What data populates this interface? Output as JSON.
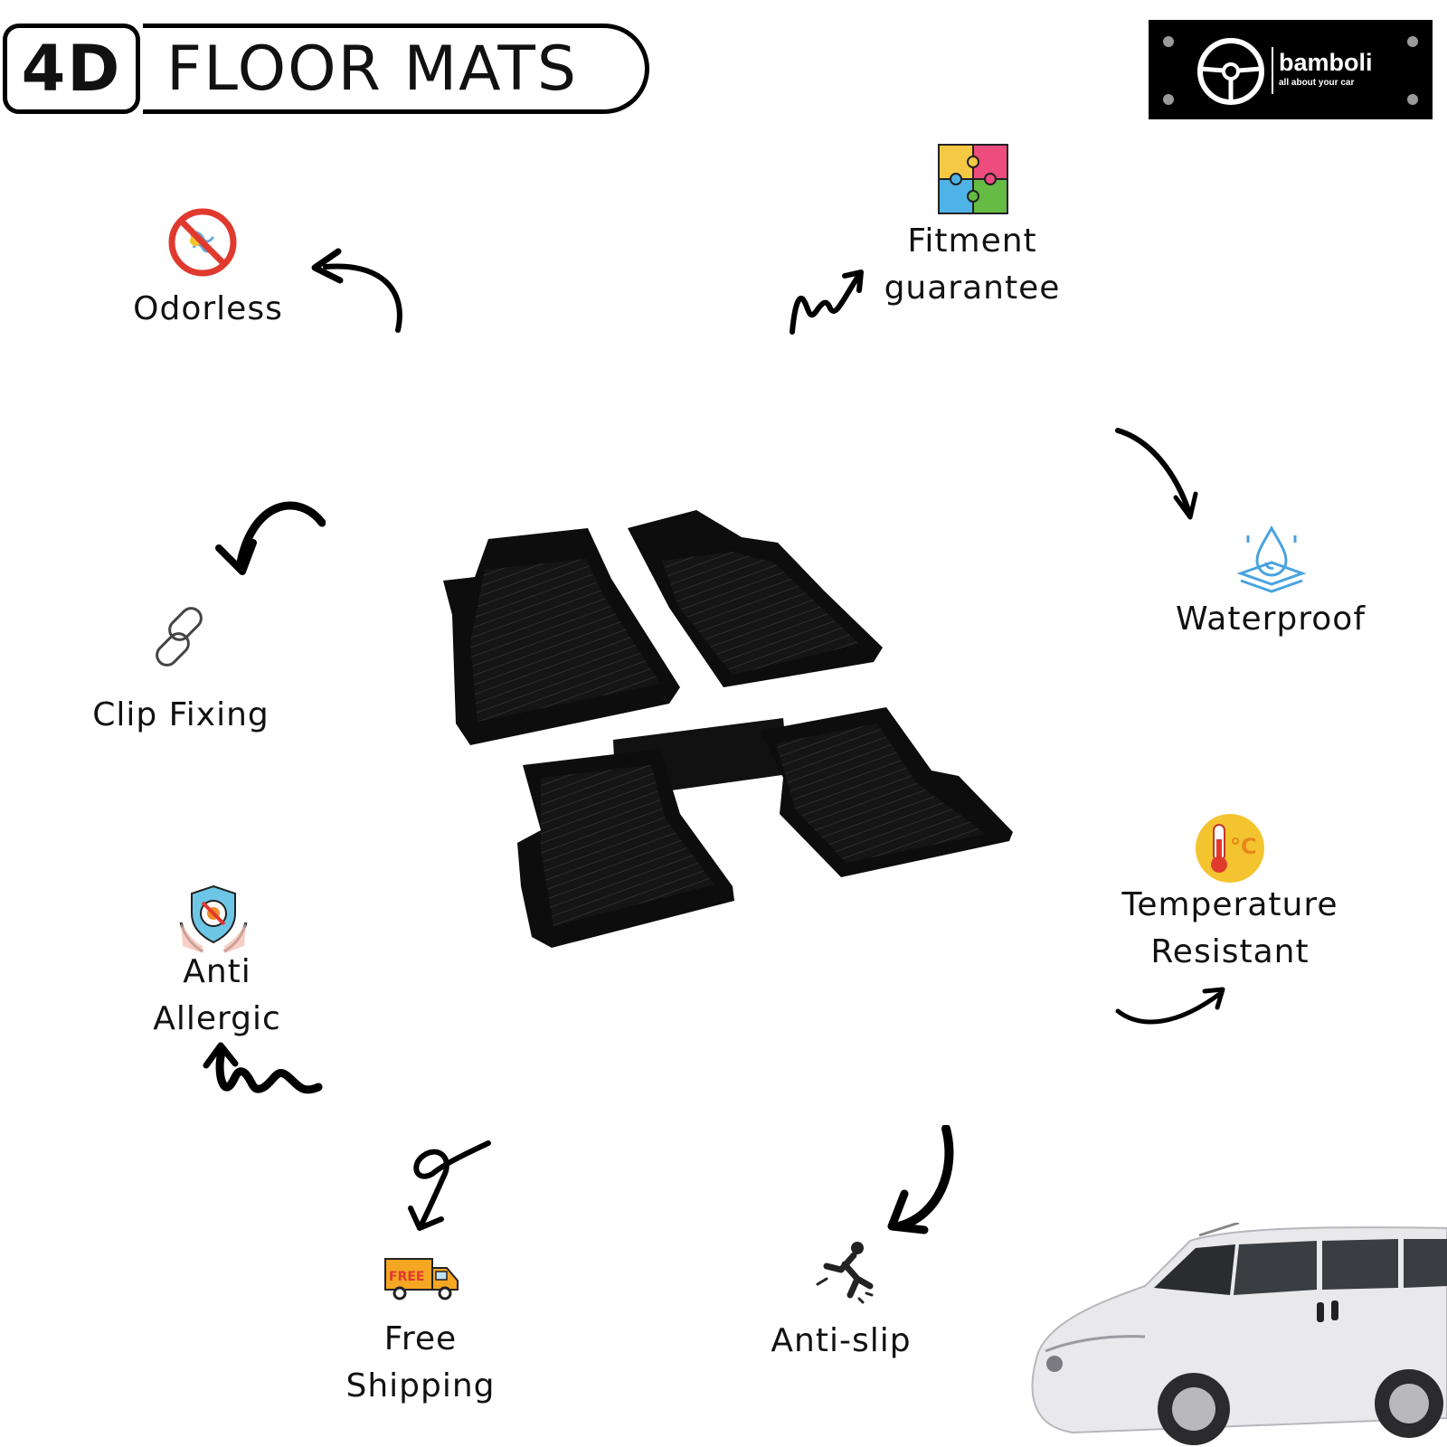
{
  "header": {
    "badge": "4D",
    "title": "FLOOR MATS"
  },
  "logo": {
    "name": "bamboli",
    "tagline": "all about your car"
  },
  "features": {
    "odorless": "Odorless",
    "fitment_line1": "Fitment",
    "fitment_line2": "guarantee",
    "waterproof": "Waterproof",
    "clip_fixing": "Clip Fixing",
    "temperature_line1": "Temperature",
    "temperature_line2": "Resistant",
    "anti_allergic_line1": "Anti",
    "anti_allergic_line2": "Allergic",
    "free_shipping_line1": "Free",
    "free_shipping_line2": "Shipping",
    "anti_slip": "Anti-slip"
  },
  "icons": {
    "odorless": "no-smell-icon",
    "fitment": "puzzle-icon",
    "waterproof": "water-drop-icon",
    "clip": "chain-link-icon",
    "temperature": "thermometer-icon",
    "anti_allergic": "hands-shield-icon",
    "shipping": "delivery-truck-icon",
    "anti_slip": "slipping-person-icon"
  },
  "free_badge": "FREE",
  "temperature_unit": "°C",
  "colors": {
    "accent_red": "#e03a2f",
    "truck_orange": "#f5a623",
    "water_blue": "#4aa3df",
    "thermo_yellow": "#f4c430"
  }
}
